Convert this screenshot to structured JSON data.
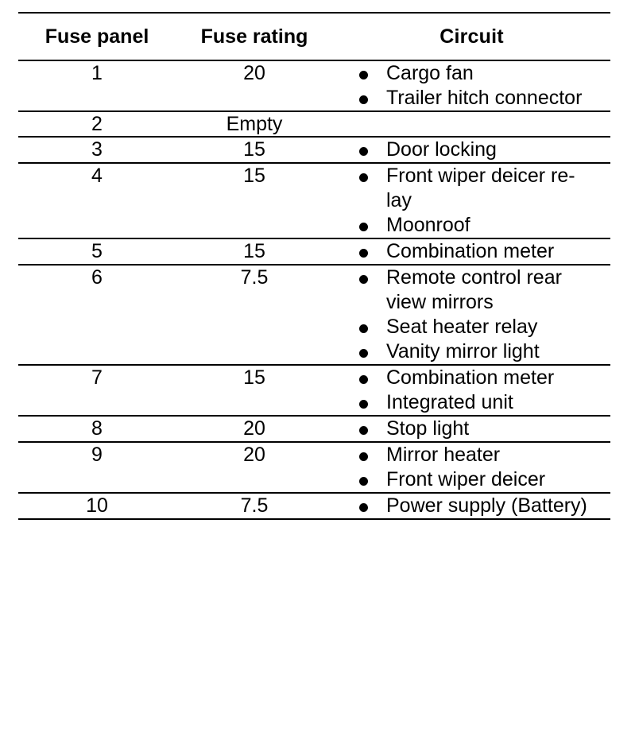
{
  "table": {
    "columns": [
      {
        "key": "fuse_panel",
        "label": "Fuse panel",
        "align": "center"
      },
      {
        "key": "fuse_rating",
        "label": "Fuse rating",
        "align": "center"
      },
      {
        "key": "circuit",
        "label": "Circuit",
        "align": "center"
      }
    ],
    "rows": [
      {
        "fuse_panel": "1",
        "fuse_rating": "20",
        "circuits": [
          "Cargo fan",
          "Trailer hitch connector"
        ]
      },
      {
        "fuse_panel": "2",
        "fuse_rating": "Empty",
        "circuits": []
      },
      {
        "fuse_panel": "3",
        "fuse_rating": "15",
        "circuits": [
          "Door locking"
        ]
      },
      {
        "fuse_panel": "4",
        "fuse_rating": "15",
        "circuits": [
          "Front wiper deicer re-\nlay",
          "Moonroof"
        ]
      },
      {
        "fuse_panel": "5",
        "fuse_rating": "15",
        "circuits": [
          "Combination meter"
        ]
      },
      {
        "fuse_panel": "6",
        "fuse_rating": "7.5",
        "circuits": [
          "Remote control rear\nview mirrors",
          "Seat heater relay",
          "Vanity mirror light"
        ]
      },
      {
        "fuse_panel": "7",
        "fuse_rating": "15",
        "circuits": [
          "Combination meter",
          "Integrated unit"
        ]
      },
      {
        "fuse_panel": "8",
        "fuse_rating": "20",
        "circuits": [
          "Stop light"
        ]
      },
      {
        "fuse_panel": "9",
        "fuse_rating": "20",
        "circuits": [
          "Mirror heater",
          "Front wiper deicer"
        ]
      },
      {
        "fuse_panel": "10",
        "fuse_rating": "7.5",
        "circuits": [
          "Power supply (Battery)"
        ]
      }
    ]
  },
  "style": {
    "rule_color": "#000000",
    "text_color": "#000000",
    "background": "#ffffff",
    "bullet_glyph": "bullet-dot"
  }
}
